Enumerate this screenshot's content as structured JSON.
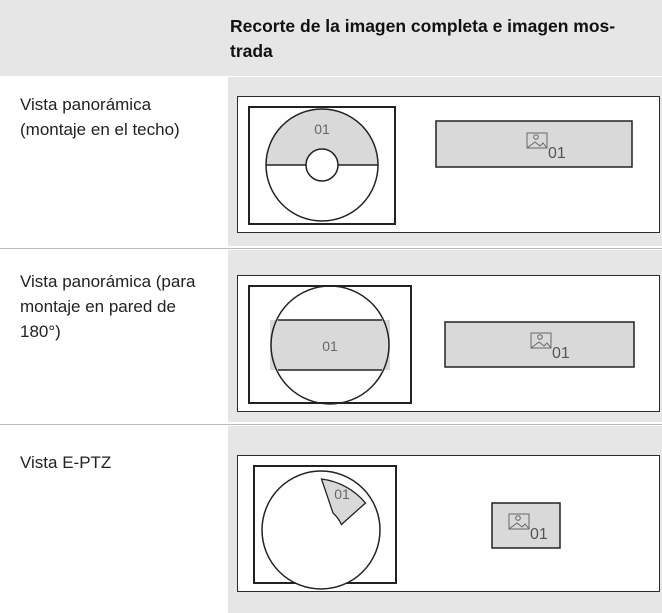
{
  "header": {
    "title_line1": "Recorte de la imagen completa e imagen mos-",
    "title_line2": "trada"
  },
  "rows": [
    {
      "label_line1": "Vista panorámica",
      "label_line2": "(montaje en el techo)",
      "label_line3": "",
      "circle_tag": "01",
      "view_tag": "01"
    },
    {
      "label_line1": "Vista panorámica (para",
      "label_line2": "montaje en pared de",
      "label_line3": "180°)",
      "circle_tag": "01",
      "view_tag": "01"
    },
    {
      "label_line1": "Vista E-PTZ",
      "label_line2": "",
      "label_line3": "",
      "circle_tag": "01",
      "view_tag": "01"
    }
  ],
  "colors": {
    "cell_bg": "#e6e6e6",
    "shape_fill": "#d9d9d9",
    "stroke": "#222222"
  },
  "icons": {
    "image": "image-icon"
  }
}
